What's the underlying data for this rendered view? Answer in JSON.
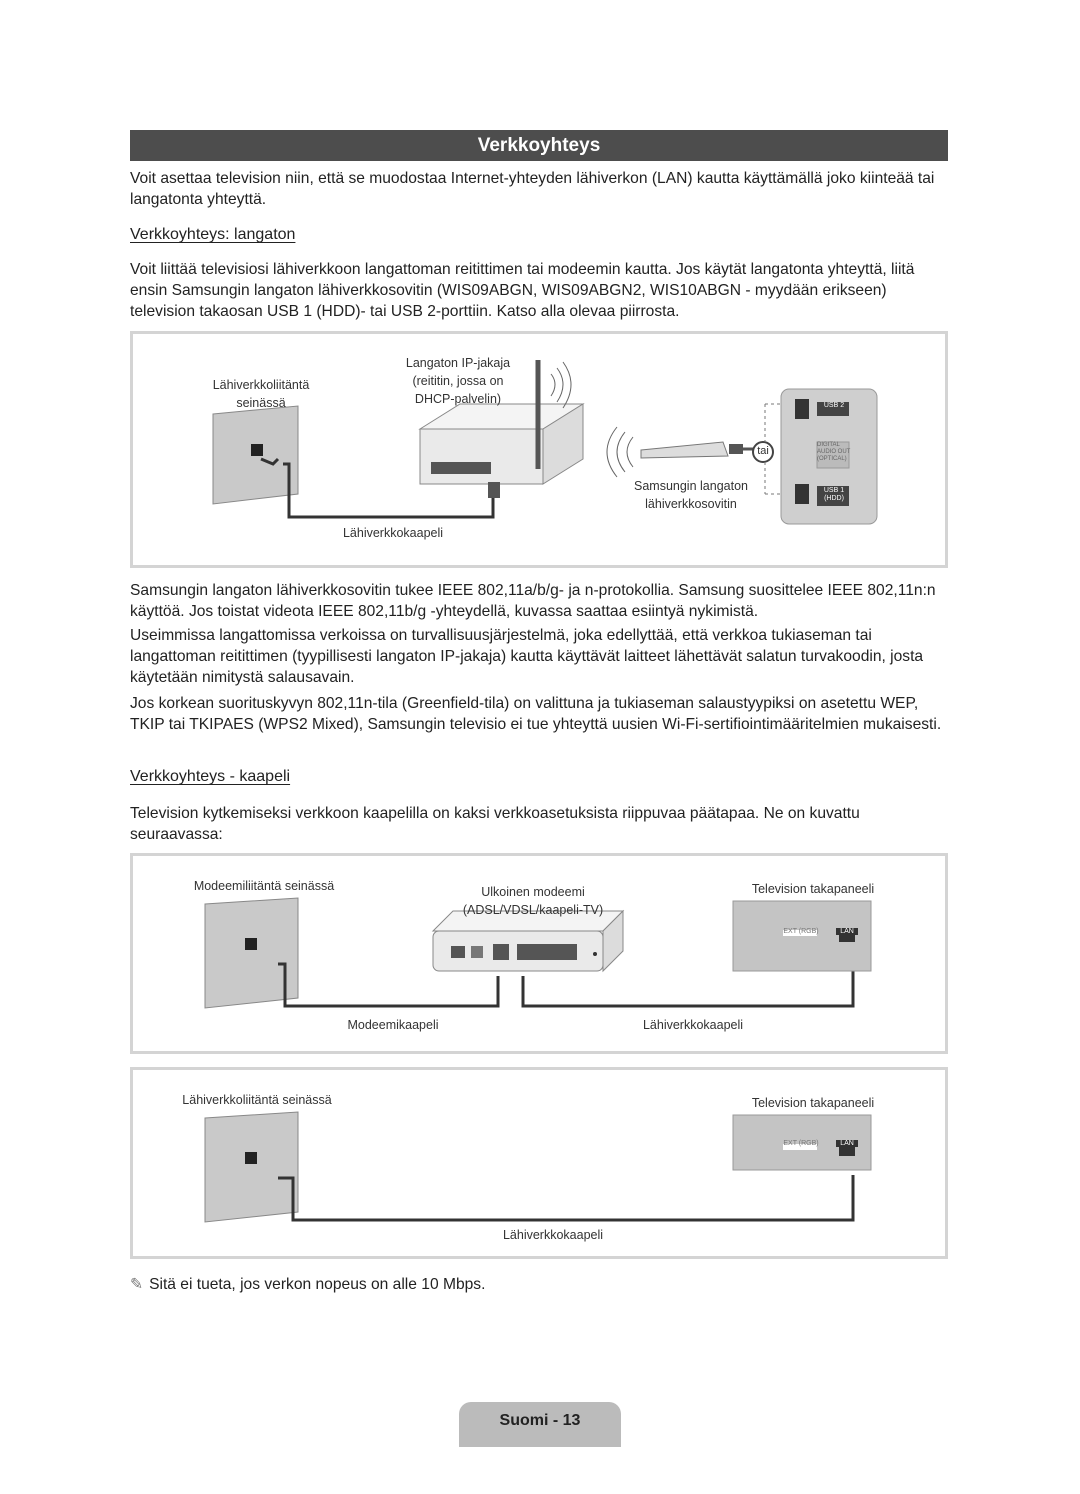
{
  "header": {
    "title": "Verkkoyhteys"
  },
  "intro": "Voit asettaa television niin, että se muodostaa Internet-yhteyden lähiverkon (LAN) kautta käyttämällä joko kiinteää tai langatonta yhteyttä.",
  "wireless": {
    "heading": "Verkkoyhteys: langaton",
    "body": "Voit liittää televisiosi lähiverkkoon langattoman reitittimen tai modeemin kautta. Jos käytät langatonta yhteyttä, liitä ensin Samsungin langaton lähiverkkosovitin (WIS09ABGN, WIS09ABGN2, WIS10ABGN - myydään erikseen) television takaosan USB 1 (HDD)- tai USB 2-porttiin. Katso alla olevaa piirrosta.",
    "diagram": {
      "wall_label": "Lähiverkkoliitäntä\nseinässä",
      "router_label": "Langaton IP-jakaja\n(reititin, jossa on\nDHCP-palvelin)",
      "cable_label": "Lähiverkkokaapeli",
      "adapter_label": "Samsungin langaton\nlähiverkkosovitin",
      "or_label": "tai",
      "usb2_label": "USB 2",
      "optical_label": "DIGITAL\nAUDIO OUT\n(OPTICAL)",
      "usb1_label": "USB 1\n(HDD)"
    },
    "para2": "Samsungin langaton lähiverkkosovitin tukee IEEE 802,11a/b/g- ja n-protokollia. Samsung suosittelee IEEE 802,11n:n käyttöä. Jos toistat videota IEEE 802,11b/g -yhteydellä, kuvassa saattaa esiintyä nykimistä.",
    "para3": "Useimmissa langattomissa verkoissa on turvallisuusjärjestelmä, joka edellyttää, että verkkoa tukiaseman tai langattoman reitittimen (tyypillisesti langaton IP-jakaja) kautta käyttävät laitteet lähettävät salatun turvakoodin, josta käytetään nimitystä salausavain.",
    "para4": "Jos korkean suorituskyvyn 802,11n-tila (Greenfield-tila) on valittuna ja tukiaseman salaustyypiksi on asetettu WEP, TKIP tai TKIPAES (WPS2 Mixed), Samsungin televisio ei tue yhteyttä uusien Wi-Fi-sertifiointimääritelmien mukaisesti."
  },
  "wired": {
    "heading": "Verkkoyhteys - kaapeli",
    "body": "Television kytkemiseksi verkkoon kaapelilla on kaksi verkkoasetuksista riippuvaa päätapaa. Ne on kuvattu seuraavassa:",
    "diagram1": {
      "wall_label": "Modeemiliitäntä seinässä",
      "modem_label": "Ulkoinen modeemi\n(ADSL/VDSL/kaapeli-TV)",
      "tv_label": "Television takapaneeli",
      "modem_cable_label": "Modeemikaapeli",
      "lan_cable_label": "Lähiverkkokaapeli",
      "ext_label": "EXT (RGB)",
      "lan_label": "LAN"
    },
    "diagram2": {
      "wall_label": "Lähiverkkoliitäntä seinässä",
      "tv_label": "Television takapaneeli",
      "lan_cable_label": "Lähiverkkokaapeli",
      "ext_label": "EXT (RGB)",
      "lan_label": "LAN"
    }
  },
  "note": {
    "icon": "pencil-note-icon",
    "text": "Sitä ei tueta, jos verkon nopeus on alle 10 Mbps."
  },
  "footer": {
    "page": "Suomi - 13"
  }
}
